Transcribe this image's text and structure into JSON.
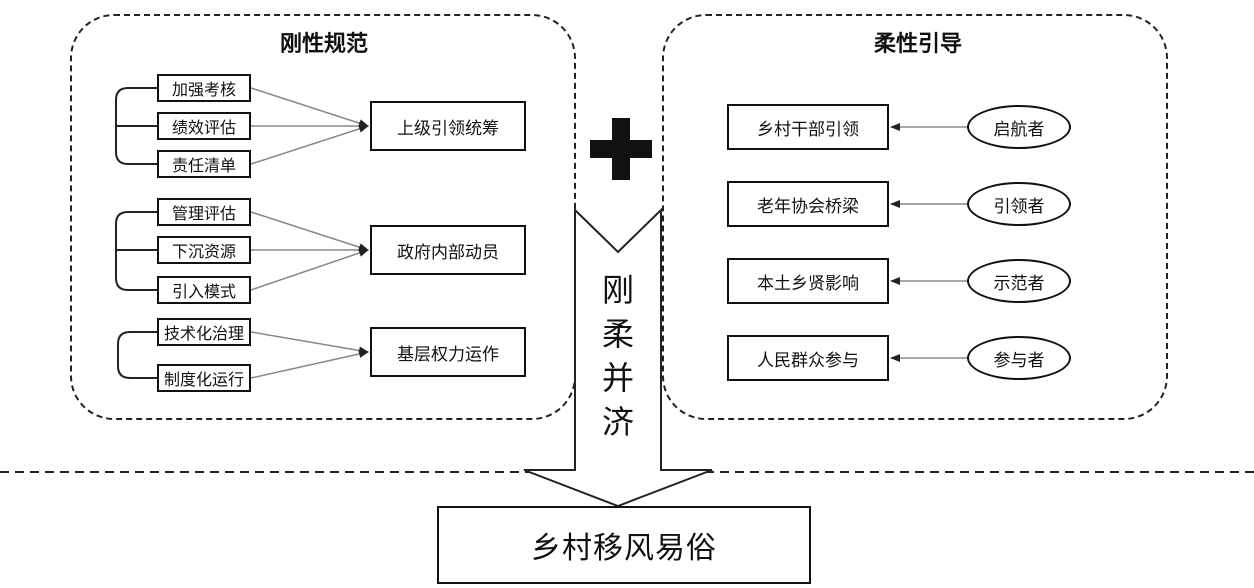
{
  "left_panel": {
    "title": "刚性规范",
    "groups": [
      {
        "sources": [
          "加强考核",
          "绩效评估",
          "责任清单"
        ],
        "target": "上级引领统筹"
      },
      {
        "sources": [
          "管理评估",
          "下沉资源",
          "引入模式"
        ],
        "target": "政府内部动员"
      },
      {
        "sources": [
          "技术化治理",
          "制度化运行"
        ],
        "target": "基层权力运作"
      }
    ]
  },
  "right_panel": {
    "title": "柔性引导",
    "rows": [
      {
        "box": "乡村干部引领",
        "role": "启航者"
      },
      {
        "box": "老年协会桥梁",
        "role": "引领者"
      },
      {
        "box": "本土乡贤影响",
        "role": "示范者"
      },
      {
        "box": "人民群众参与",
        "role": "参与者"
      }
    ]
  },
  "center": {
    "vertical_text": [
      "刚",
      "柔",
      "并",
      "济"
    ],
    "plus_symbol": "+"
  },
  "result": "乡村移风易俗"
}
